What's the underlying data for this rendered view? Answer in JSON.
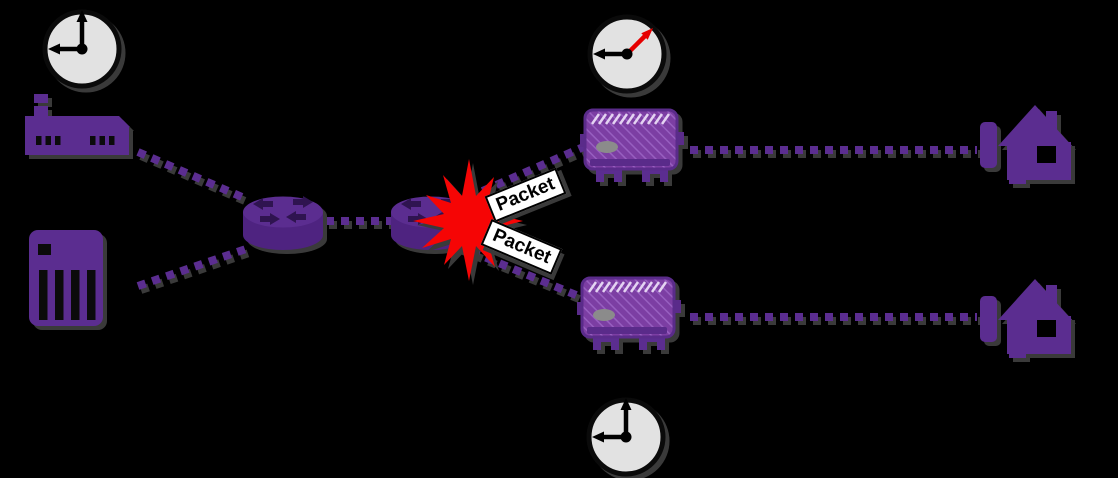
{
  "diagram": {
    "background": "#000000",
    "packet_labels": [
      {
        "text": "Packet"
      },
      {
        "text": "Packet"
      }
    ],
    "colors": {
      "device_purple": "#5b2d90",
      "device_purple_deep": "#4e2380",
      "router_arrow": "#2f1450",
      "modem_purple": "#7c3ea3",
      "modem_hatch": "#975fc0",
      "modem_trim": "#5a2b8a",
      "modem_slash": "#e4d3f2",
      "button_gray": "#8b8b8b",
      "explosion_red": "#f60505",
      "clock_face": "#e2e2e2",
      "clock_rim": "#0a0a0a",
      "clock_red_hand": "#e60000",
      "shadow_gray": "#3a3a3a",
      "link_purple": "#5b2d90",
      "label_bg": "#ffffff",
      "label_text": "#000000"
    },
    "nodes": [
      {
        "name": "clock-top-left-icon",
        "kind": "clock"
      },
      {
        "name": "cmts-icon",
        "kind": "headend-device"
      },
      {
        "name": "server-icon",
        "kind": "server"
      },
      {
        "name": "router-left-icon",
        "kind": "router"
      },
      {
        "name": "router-right-icon",
        "kind": "router"
      },
      {
        "name": "collision-burst-icon",
        "kind": "explosion"
      },
      {
        "name": "clock-top-right-icon",
        "kind": "clock-red-hand"
      },
      {
        "name": "cable-modem-top-icon",
        "kind": "cable-modem"
      },
      {
        "name": "cable-modem-bottom-icon",
        "kind": "cable-modem"
      },
      {
        "name": "clock-bottom-icon",
        "kind": "clock"
      },
      {
        "name": "house-top-icon",
        "kind": "house"
      },
      {
        "name": "house-bottom-icon",
        "kind": "house"
      }
    ]
  }
}
